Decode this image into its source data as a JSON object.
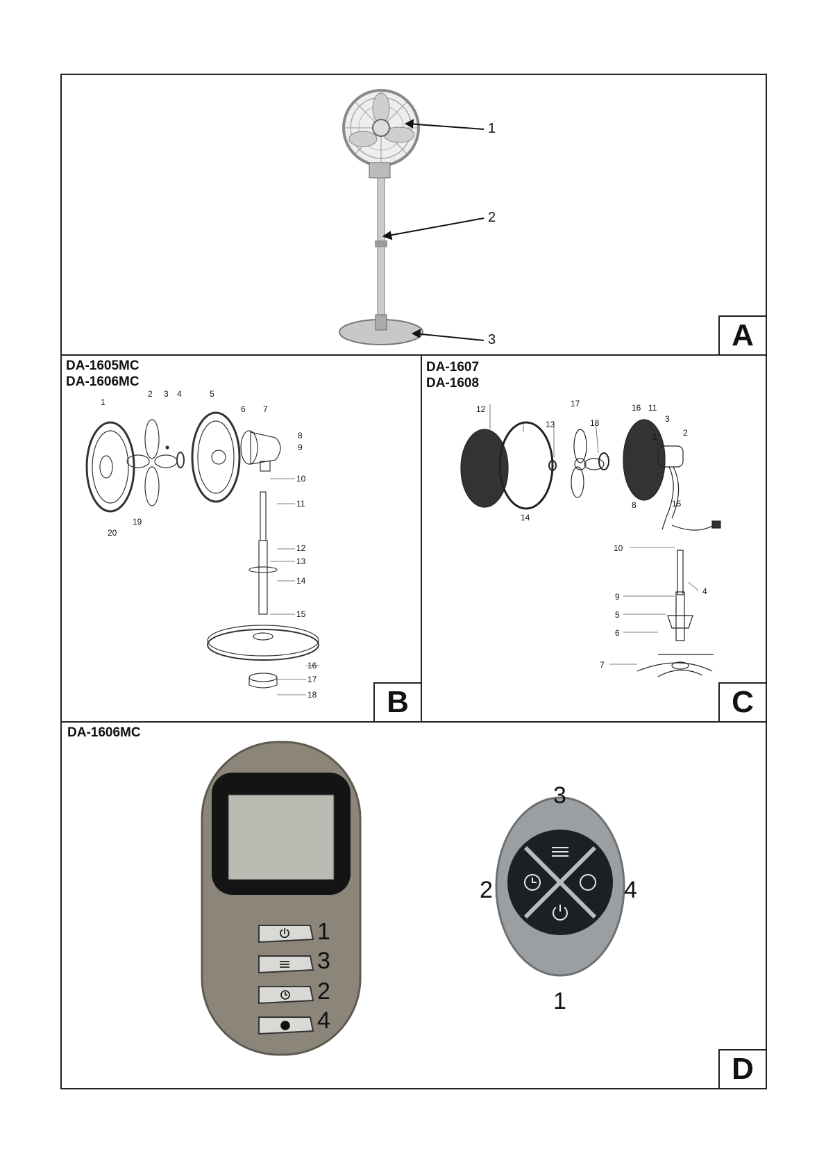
{
  "panels": {
    "A": {
      "letter": "A",
      "callouts": [
        "1",
        "2",
        "3"
      ]
    },
    "B": {
      "letter": "B",
      "models": [
        "DA-1605MC",
        "DA-1606MC"
      ],
      "parts": [
        "1",
        "2",
        "3",
        "4",
        "5",
        "6",
        "7",
        "8",
        "9",
        "10",
        "11",
        "12",
        "13",
        "14",
        "15",
        "16",
        "17",
        "18",
        "19",
        "20"
      ]
    },
    "C": {
      "letter": "C",
      "models": [
        "DA-1607",
        "DA-1608"
      ],
      "parts": [
        "1",
        "2",
        "3",
        "4",
        "5",
        "6",
        "7",
        "8",
        "9",
        "10",
        "11",
        "12",
        "13",
        "14",
        "15",
        "16",
        "17",
        "18"
      ]
    },
    "D": {
      "letter": "D",
      "model": "DA-1606MC",
      "remote_rect_labels": [
        "1",
        "3",
        "2",
        "4"
      ],
      "remote_oval_labels": {
        "top": "3",
        "left": "2",
        "right": "4",
        "bottom": "1"
      }
    }
  },
  "icons": [
    "power-icon",
    "swing-icon",
    "timer-icon",
    "fan-speed-icon"
  ]
}
